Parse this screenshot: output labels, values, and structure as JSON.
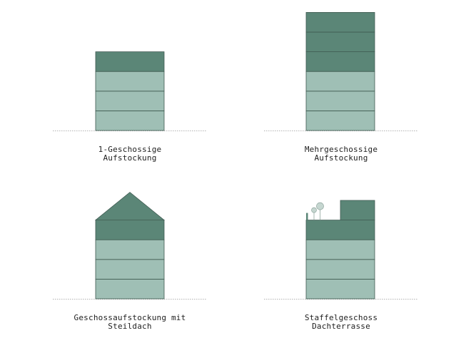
{
  "colors": {
    "existing_floor": "#9fbfb5",
    "added_floor": "#5b8677",
    "outline": "#3f5a51",
    "ground_line": "#9a9a9a",
    "tree": "#c5d6d0",
    "text": "#1e1e1e"
  },
  "variants": [
    {
      "id": "single-storey",
      "caption_lines": [
        "1-Geschossige",
        "Aufstockung"
      ],
      "existing_floors": 3,
      "added_floors": 1,
      "roof": "flat"
    },
    {
      "id": "multi-storey",
      "caption_lines": [
        "Mehrgeschossige",
        "Aufstockung"
      ],
      "existing_floors": 3,
      "added_floors": 3,
      "roof": "flat"
    },
    {
      "id": "pitched-roof",
      "caption_lines": [
        "Geschossaufstockung mit",
        "Steildach"
      ],
      "existing_floors": 3,
      "added_floors": 1,
      "roof": "gable"
    },
    {
      "id": "terrace",
      "caption_lines": [
        "Staffelgeschoss",
        "Dachterrasse"
      ],
      "existing_floors": 3,
      "added_floors": 1,
      "roof": "set-back storey with roof terrace"
    }
  ]
}
